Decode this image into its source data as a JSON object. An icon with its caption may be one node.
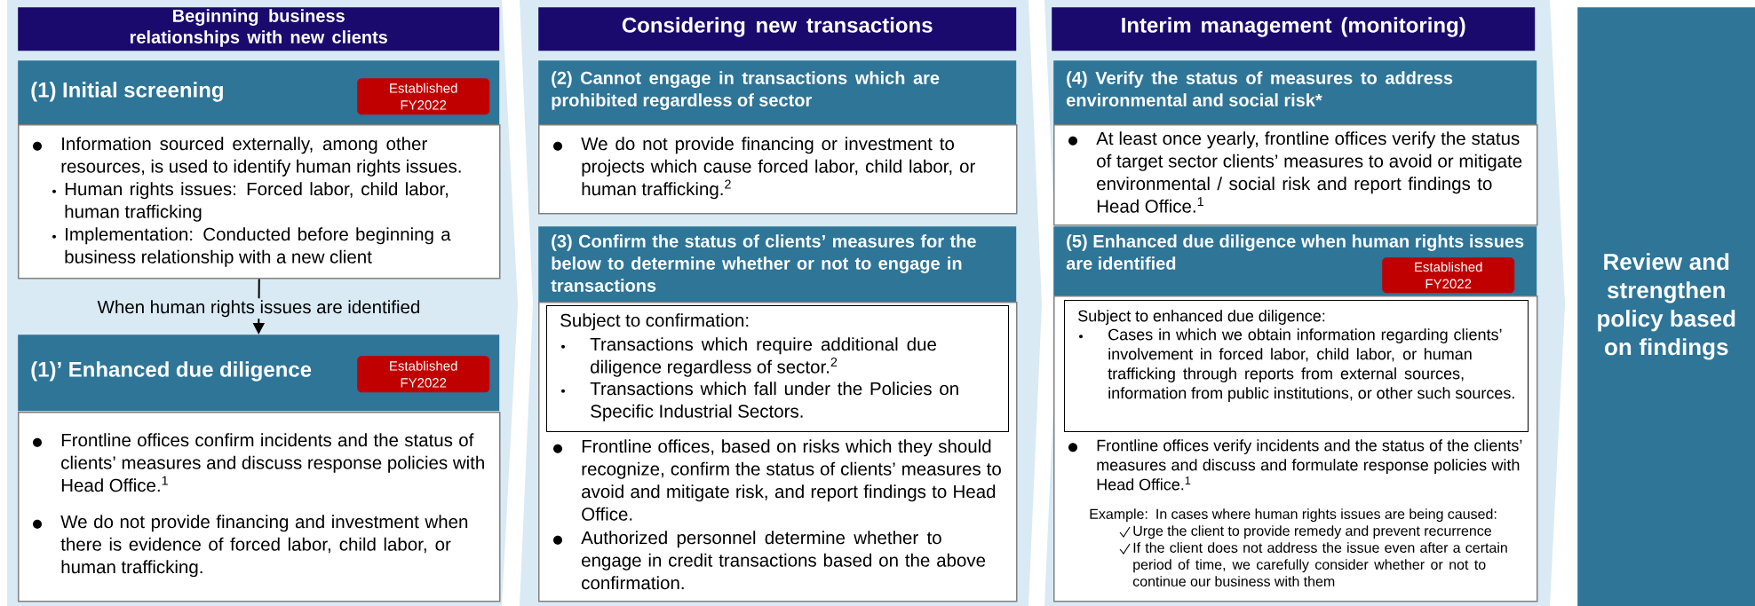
{
  "diagram": {
    "nodes": [
      {
        "text": [
          "Beginning business relationships with new clients"
        ]
      },
      {
        "text": [
          "(1) Initial screening"
        ]
      },
      {
        "text": [
          "Established FY2022"
        ],
        "in": 1
      },
      {
        "text": [
          "Information sourced externally, among other resources, is used to identify human rights issues.",
          "Human rights issues: Forced labor, child labor, human trafficking",
          "Implementation: Conducted before beginning a business relationship with a new client"
        ]
      },
      {
        "text": [
          "(1)’ Enhanced due diligence"
        ]
      },
      {
        "text": [
          "Established FY2022"
        ],
        "in": 4
      },
      {
        "text": [
          "Frontline offices confirm incidents and the status of clients’ measures and discuss response policies with Head Office.$^{1}$",
          "We do not provide financing and investment when there is evidence of forced labor, child labor, or human trafficking."
        ]
      },
      {
        "text": [
          "Considering new transactions"
        ]
      },
      {
        "text": [
          "(2) Cannot engage in transactions which are prohibited regardless of sector"
        ]
      },
      {
        "text": [
          "We do not provide financing or investment to projects which cause forced labor, child labor, or human trafficking.$^{2}$"
        ]
      },
      {
        "text": [
          "(3) Confirm the status of clients’ measures for the below to determine whether or not to engage in transactions"
        ]
      },
      {
        "text": [
          "Frontline offices, based on risks which they should recognize, confirm the status of clients’ measures to avoid and mitigate risk, and report findings to Head Office.",
          "Authorized personnel determine whether to engage in credit transactions based on the above confirmation."
        ]
      },
      {
        "text": [
          "Subject to confirmation:",
          "Transactions which require additional due diligence regardless of sector.$^{2}$",
          "Transactions which fall under the Policies on Specific Industrial Sectors."
        ],
        "in": 11
      },
      {
        "text": [
          "Interim management (monitoring)"
        ]
      },
      {
        "text": [
          "(4) Verify the status of measures to address environmental and social risk*"
        ]
      },
      {
        "text": [
          "At least once yearly, frontline offices verify the status of target sector clients’ measures to avoid or mitigate environmental / social risk and report findings to Head Office.$^{1}$"
        ]
      },
      {
        "text": [
          "(5) Enhanced due diligence when human rights issues are identified"
        ]
      },
      {
        "text": [
          "Established FY2022"
        ],
        "in": 16
      },
      {
        "text": [
          "Frontline offices verify incidents and the status of the clients’ measures and discuss and formulate response policies with Head Office.$^{1}$",
          "Example: In cases where human rights issues are being caused:",
          "Urge the client to provide remedy and prevent recurrence",
          "If the client does not address the issue even after a certain period of time, we carefully consider whether or not to continue our business with them"
        ]
      },
      {
        "text": [
          "Subject to enhanced due diligence:",
          "Cases in which we obtain information regarding clients’ involvement in forced labor, child labor, or human trafficking through reports from external sources, information from public institutions, or other such sources."
        ],
        "in": 18
      },
      {
        "text": [
          "Review and strengthen policy based on findings"
        ]
      }
    ],
    "edges": [
      {
        "from": 3,
        "to": 4,
        "arrow": "to",
        "label": "When human rights issues are identified"
      }
    ]
  }
}
